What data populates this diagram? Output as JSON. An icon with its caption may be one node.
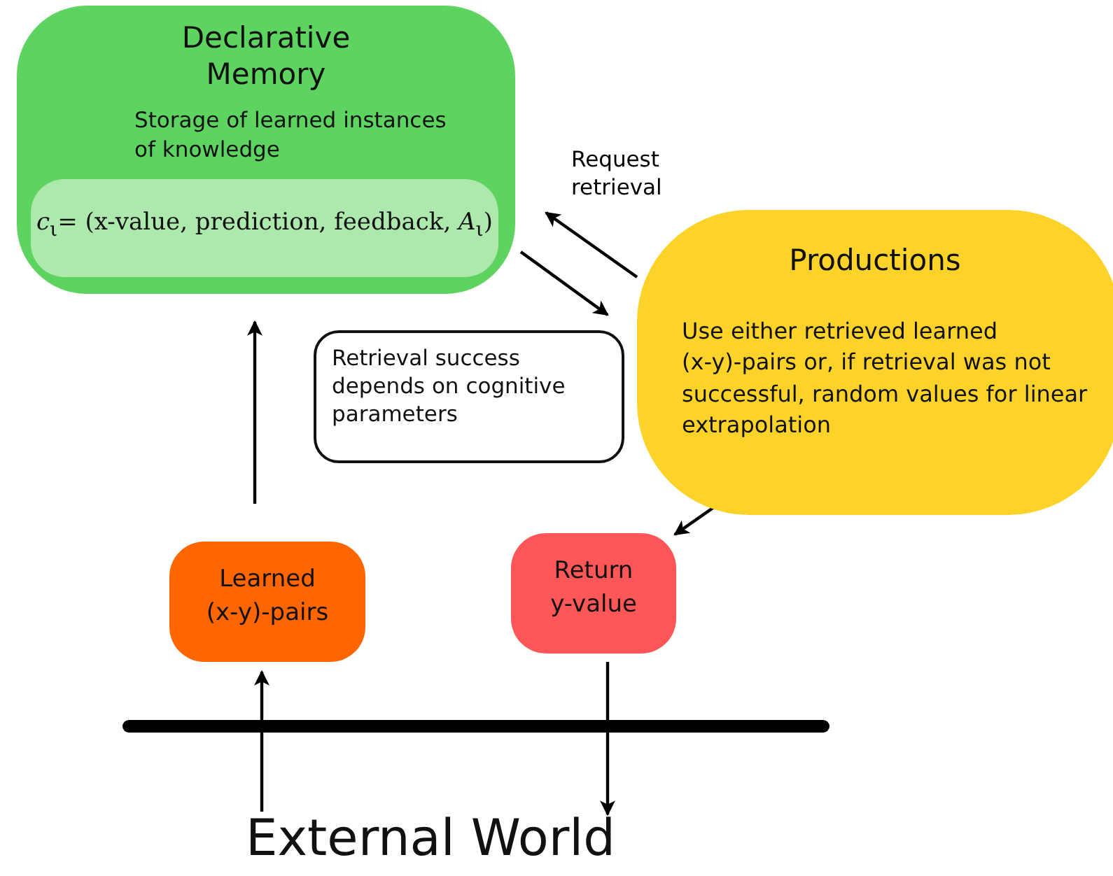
{
  "diagram": {
    "nodes": [
      {
        "text": [
          "Declarative Memory",
          "Storage of learned instances of knowledge"
        ]
      },
      {
        "text": [
          "*c*$_{ι}$= (x-value, prediction, feedback, *A*$_{ι}$)"
        ],
        "in": 0
      },
      {
        "text": [
          "Productions",
          "Use either retrieved learned (x-y)-pairs or, if retrieval was not successful, random values for linear extrapolation"
        ]
      },
      {
        "text": [
          "Retrieval success depends on cognitive parameters"
        ]
      },
      {
        "text": [
          "Learned (x-y)-pairs"
        ]
      },
      {
        "text": [
          "Return y-value"
        ]
      },
      {
        "text": [
          "External World"
        ]
      }
    ],
    "edges": [
      {
        "from": 2,
        "to": 0,
        "arrow": "to",
        "label": "Request retrieval"
      },
      {
        "from": 0,
        "to": 2,
        "arrow": "to"
      },
      {
        "from": 2,
        "to": 5,
        "arrow": "to"
      },
      {
        "from": 4,
        "to": 0,
        "arrow": "to"
      },
      {
        "from": 6,
        "to": 4,
        "arrow": "to"
      },
      {
        "from": 5,
        "to": 6,
        "arrow": "to"
      }
    ]
  }
}
